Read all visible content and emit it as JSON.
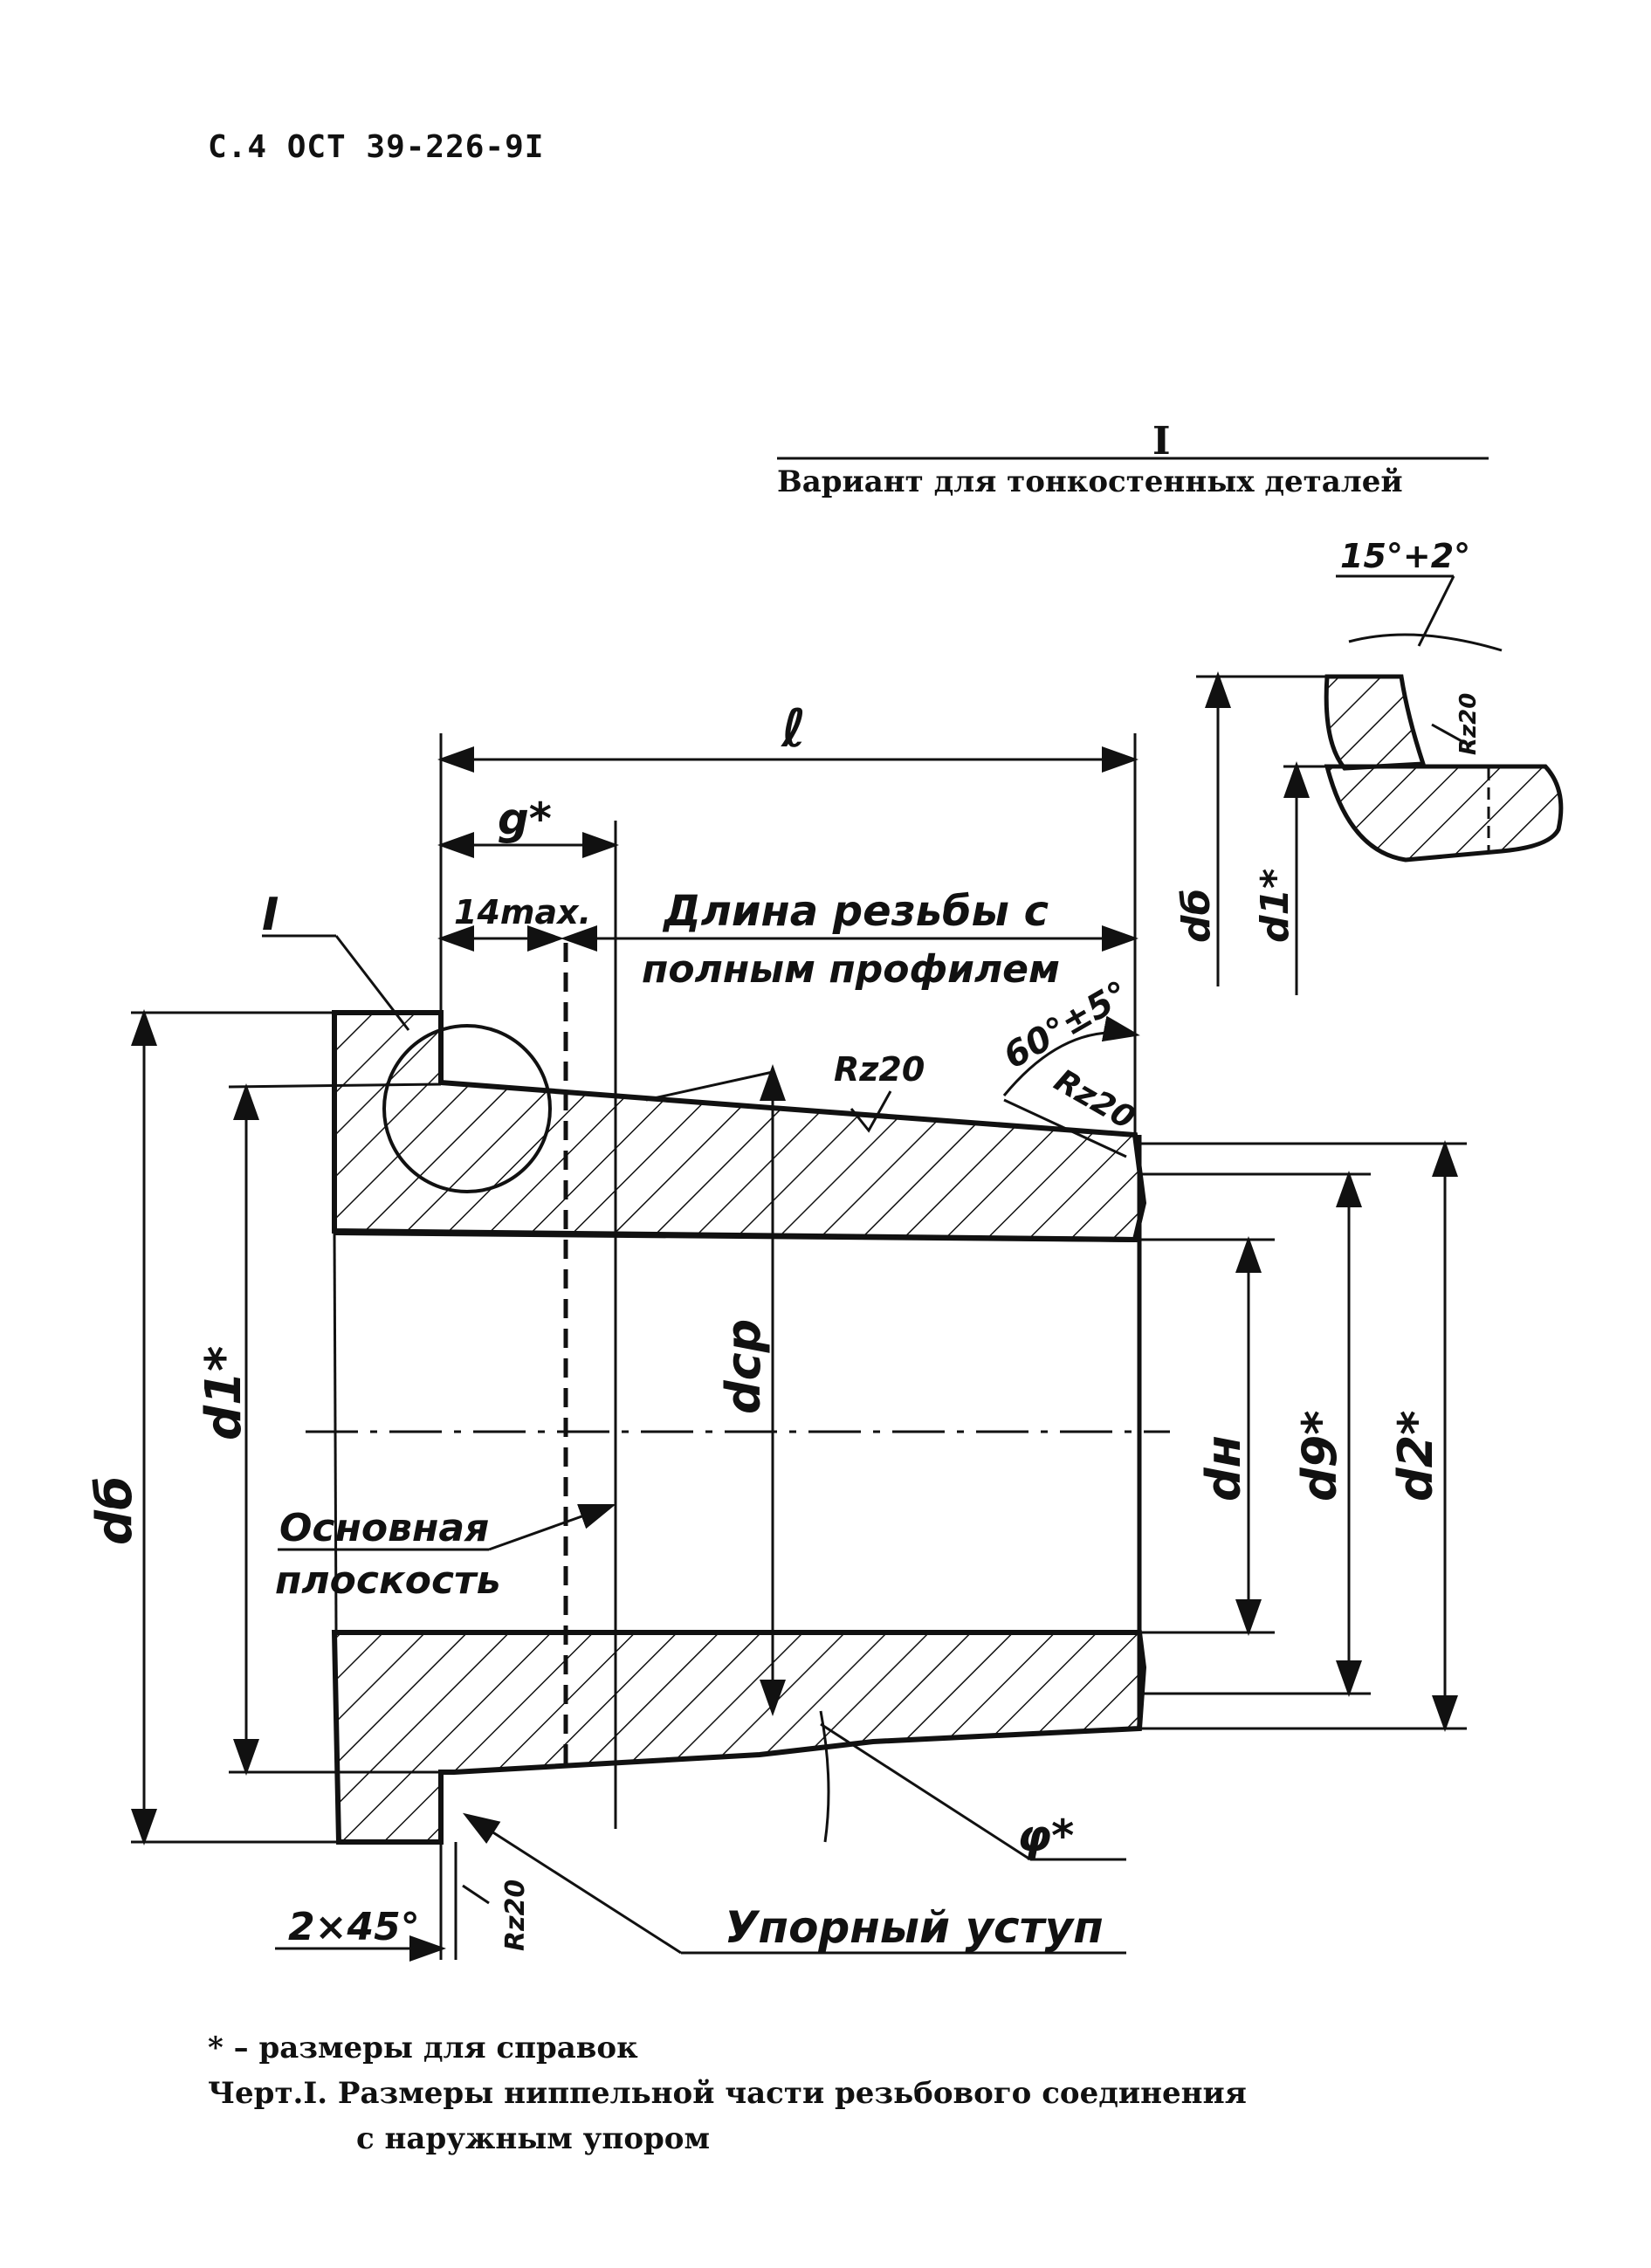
{
  "header": {
    "doc_id": "С.4 ОСТ 39-226-9I"
  },
  "detail": {
    "roman": "I",
    "caption": "Вариант для тонкостенных деталей",
    "angle": "15°+2°",
    "roughness": "Rz20",
    "d_outer": "dб",
    "d_inner": "d1*"
  },
  "main": {
    "len_total": "ℓ",
    "len_g": "g*",
    "len_14": "14max.",
    "thread_len_line1": "Длина резьбы с",
    "thread_len_line2": "полным профилем",
    "roughness_top": "Rz20",
    "angle_60": "60°±5°",
    "roughness_60": "Rz20",
    "d_cp": "dср",
    "d_h": "dн",
    "d_9": "d9*",
    "d_2": "d2*",
    "d_1": "d1*",
    "d_6": "dб",
    "detail_ref": "I",
    "base_plane_line1": "Основная",
    "base_plane_line2": "плоскость",
    "phi": "φ*",
    "chamfer": "2×45°",
    "roughness_bottom": "Rz20",
    "shoulder": "Упорный уступ"
  },
  "footer": {
    "note": "* – размеры для справок",
    "caption_line1": "Черт.I. Размеры ниппельной части резьбового соединения",
    "caption_line2": "с наружным упором"
  }
}
